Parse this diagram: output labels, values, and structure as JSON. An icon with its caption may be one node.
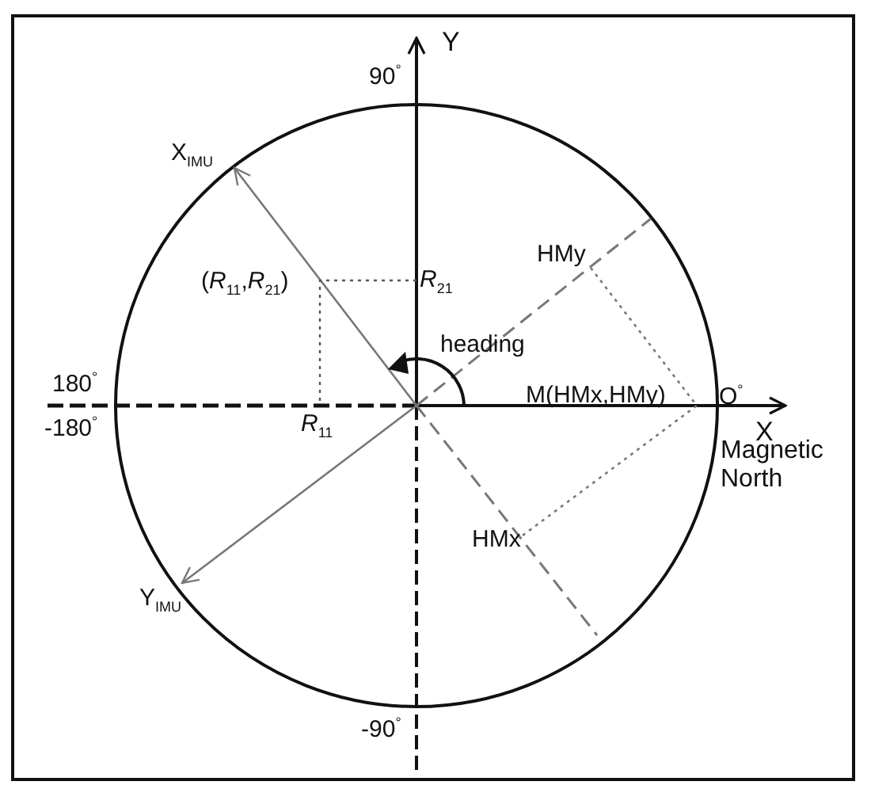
{
  "diagram": {
    "labels": [
      "Y",
      "90$^{°}$",
      "X$_{IMU}$",
      "(*R*$_{11}$,*R*$_{21}$)",
      "*R*$_{21}$",
      "HMy",
      "heading",
      "180$^{°}$",
      "M(HMx,HMy)",
      "O$^{°}$",
      "-180$^{°}$",
      "*R*$_{11}$",
      "X",
      "Magnetic North",
      "HMx",
      "Y$_{IMU}$",
      "-90$^{°}$"
    ]
  }
}
